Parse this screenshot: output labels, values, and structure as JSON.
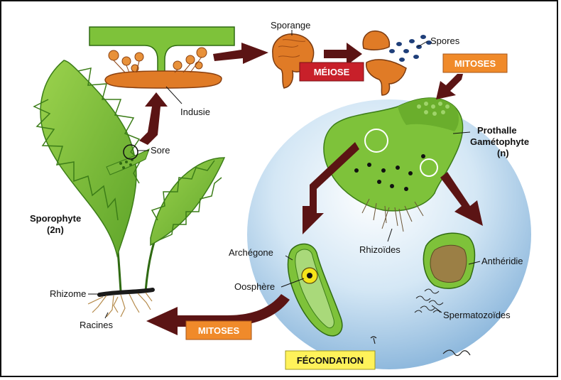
{
  "labels": {
    "sporange": "Sporange",
    "spores": "Spores",
    "indusie": "Indusie",
    "sore": "Sore",
    "prothalle": "Prothalle",
    "gametophyte": "Gamétophyte",
    "gametophyte_ploidy": "(n)",
    "sporophyte": "Sporophyte",
    "sporophyte_ploidy": "(2n)",
    "rhizoides": "Rhizoïdes",
    "archegone": "Archégone",
    "oosphere": "Oosphère",
    "antheridie": "Anthéridie",
    "spermatozoides": "Spermatozoïdes",
    "rhizome": "Rhizome",
    "racines": "Racines"
  },
  "boxes": {
    "meiose": "MÉIOSE",
    "mitoses_top": "MITOSES",
    "mitoses_bottom": "MITOSES",
    "fecondation": "FÉCONDATION"
  },
  "colors": {
    "plant_green": "#7ec23a",
    "plant_dark": "#2f6a12",
    "sporangium_orange": "#e07b26",
    "arrow_brown": "#5b1414",
    "meiose_red": "#c8202a",
    "mitoses_orange": "#f08a2a",
    "fecondation_yellow": "#fff25a",
    "bubble_blue": "#bcd9ef"
  }
}
